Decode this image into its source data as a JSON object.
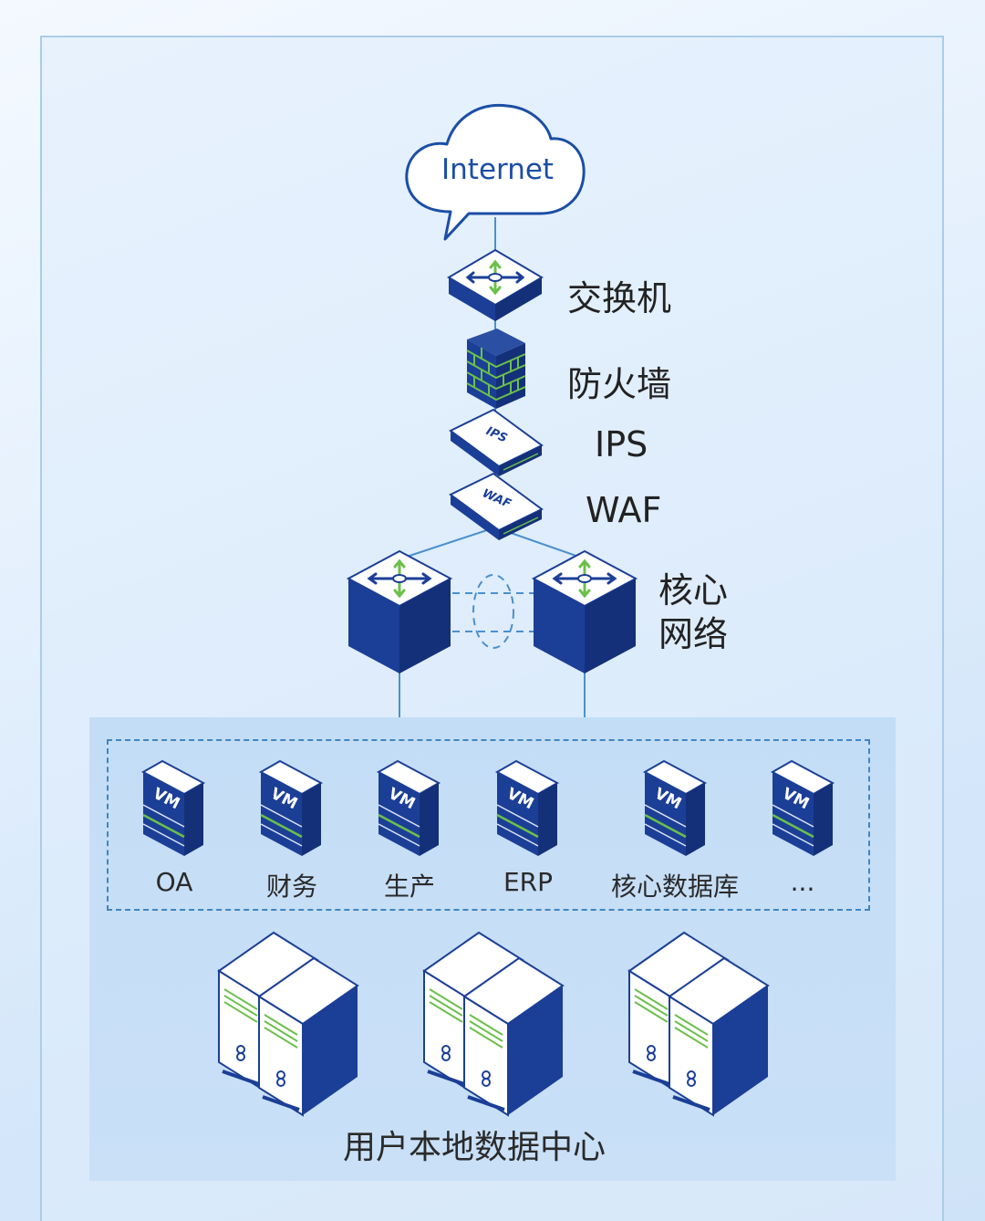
{
  "cloud": {
    "label": "Internet"
  },
  "chain": {
    "switch_label": "交换机",
    "firewall_label": "防火墙",
    "ips_label": "IPS",
    "ips_device_text": "IPS",
    "waf_label": "WAF",
    "waf_device_text": "WAF",
    "core_label_line1": "核心",
    "core_label_line2": "网络"
  },
  "vms": [
    {
      "badge": "VM",
      "label": "OA"
    },
    {
      "badge": "VM",
      "label": "财务"
    },
    {
      "badge": "VM",
      "label": "生产"
    },
    {
      "badge": "VM",
      "label": "ERP"
    },
    {
      "badge": "VM",
      "label": "核心数据库"
    },
    {
      "badge": "VM",
      "label": "..."
    }
  ],
  "datacenter": {
    "label": "用户本地数据中心"
  },
  "colors": {
    "device_blue": "#1b3f97",
    "device_side": "#143078",
    "device_top": "#ffffff",
    "accent_green": "#6cc04a",
    "line_blue": "#4a90cf"
  }
}
